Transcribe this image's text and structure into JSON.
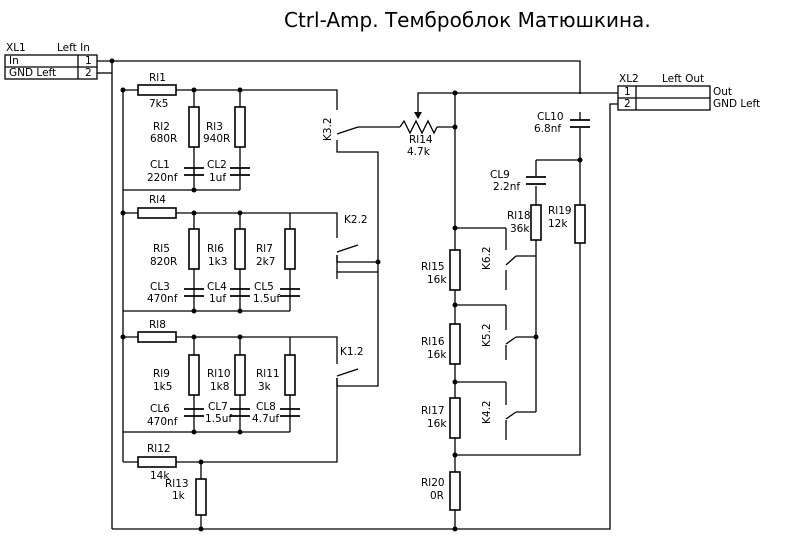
{
  "title": "Ctrl-Amp. Темброблок Матюшкина.",
  "connectors": {
    "xl1": {
      "ref": "XL1",
      "name": "Left In",
      "pins": [
        {
          "num": "1",
          "label": "In"
        },
        {
          "num": "2",
          "label": "GND Left"
        }
      ]
    },
    "xl2": {
      "ref": "XL2",
      "name": "Left Out",
      "pins": [
        {
          "num": "1",
          "label": "Out"
        },
        {
          "num": "2",
          "label": "GND Left"
        }
      ]
    }
  },
  "resistors": {
    "rl1": {
      "ref": "Rl1",
      "value": "7k5"
    },
    "rl2": {
      "ref": "Rl2",
      "value": "680R"
    },
    "rl3": {
      "ref": "Rl3",
      "value": "940R"
    },
    "rl4": {
      "ref": "Rl4",
      "value": ""
    },
    "rl5": {
      "ref": "Rl5",
      "value": "820R"
    },
    "rl6": {
      "ref": "Rl6",
      "value": "1k3"
    },
    "rl7": {
      "ref": "Rl7",
      "value": "2k7"
    },
    "rl8": {
      "ref": "Rl8",
      "value": ""
    },
    "rl9": {
      "ref": "Rl9",
      "value": "1k5"
    },
    "rl10": {
      "ref": "Rl10",
      "value": "1k8"
    },
    "rl11": {
      "ref": "Rl11",
      "value": "3k"
    },
    "rl12": {
      "ref": "Rl12",
      "value": "14k"
    },
    "rl13": {
      "ref": "Rl13",
      "value": "1k"
    },
    "rl14": {
      "ref": "Rl14",
      "value": "4.7k"
    },
    "rl15": {
      "ref": "Rl15",
      "value": "16k"
    },
    "rl16": {
      "ref": "Rl16",
      "value": "16k"
    },
    "rl17": {
      "ref": "Rl17",
      "value": "16k"
    },
    "rl18": {
      "ref": "Rl18",
      "value": "36k"
    },
    "rl19": {
      "ref": "Rl19",
      "value": "12k"
    },
    "rl20": {
      "ref": "Rl20",
      "value": "0R"
    }
  },
  "capacitors": {
    "cl1": {
      "ref": "CL1",
      "value": "220nf"
    },
    "cl2": {
      "ref": "CL2",
      "value": "1uf"
    },
    "cl3": {
      "ref": "CL3",
      "value": "470nf"
    },
    "cl4": {
      "ref": "CL4",
      "value": "1uf"
    },
    "cl5": {
      "ref": "CL5",
      "value": "1.5uf"
    },
    "cl6": {
      "ref": "CL6",
      "value": "470nf"
    },
    "cl7": {
      "ref": "CL7",
      "value": "1.5uf"
    },
    "cl8": {
      "ref": "CL8",
      "value": "4.7uf"
    },
    "cl9": {
      "ref": "CL9",
      "value": "2.2nf"
    },
    "cl10": {
      "ref": "CL10",
      "value": "6.8nf"
    }
  },
  "switches": {
    "k3": "K3.2",
    "k2": "K2.2",
    "k1": "K1.2",
    "k6": "K6.2",
    "k5": "K5.2",
    "k4": "K4.2"
  }
}
